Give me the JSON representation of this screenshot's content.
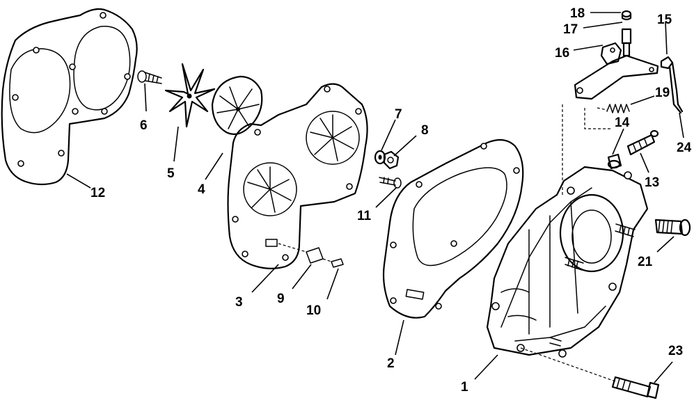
{
  "callouts": {
    "n1": "1",
    "n2": "2",
    "n3": "3",
    "n4": "4",
    "n5": "5",
    "n6": "6",
    "n7": "7",
    "n8": "8",
    "n9": "9",
    "n10": "10",
    "n11": "11",
    "n12": "12",
    "n13": "13",
    "n14": "14",
    "n15": "15",
    "n16": "16",
    "n17": "17",
    "n18": "18",
    "n19": "19",
    "n21": "21",
    "n23": "23",
    "n24": "24"
  }
}
